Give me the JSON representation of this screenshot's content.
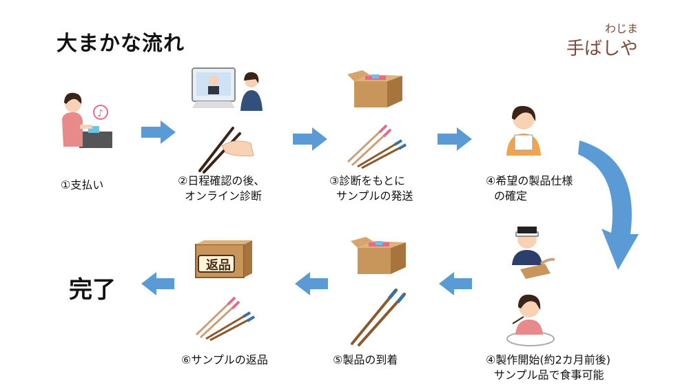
{
  "title": "大まかな流れ",
  "logo": {
    "line1": "わじま",
    "line2": "手ばしや"
  },
  "steps": [
    {
      "label_1": "①支払い",
      "label_2": ""
    },
    {
      "label_1": "②日程確認の後、",
      "label_2": "オンライン診断"
    },
    {
      "label_1": "③診断をもとに",
      "label_2": "サンプルの発送"
    },
    {
      "label_1": "④希望の製品仕様",
      "label_2": "の確定"
    },
    {
      "label_1": "④製作開始(約2カ月前後)",
      "label_2": "サンプル品で食事可能"
    },
    {
      "label_1": "⑤製品の到着",
      "label_2": ""
    },
    {
      "label_1": "⑥サンプルの返品",
      "label_2": ""
    }
  ],
  "return_box_text": "返品",
  "done": "完了",
  "colors": {
    "arrow": "#5b9bd5",
    "box": "#c8955a",
    "box_dark": "#8a5a2e"
  }
}
